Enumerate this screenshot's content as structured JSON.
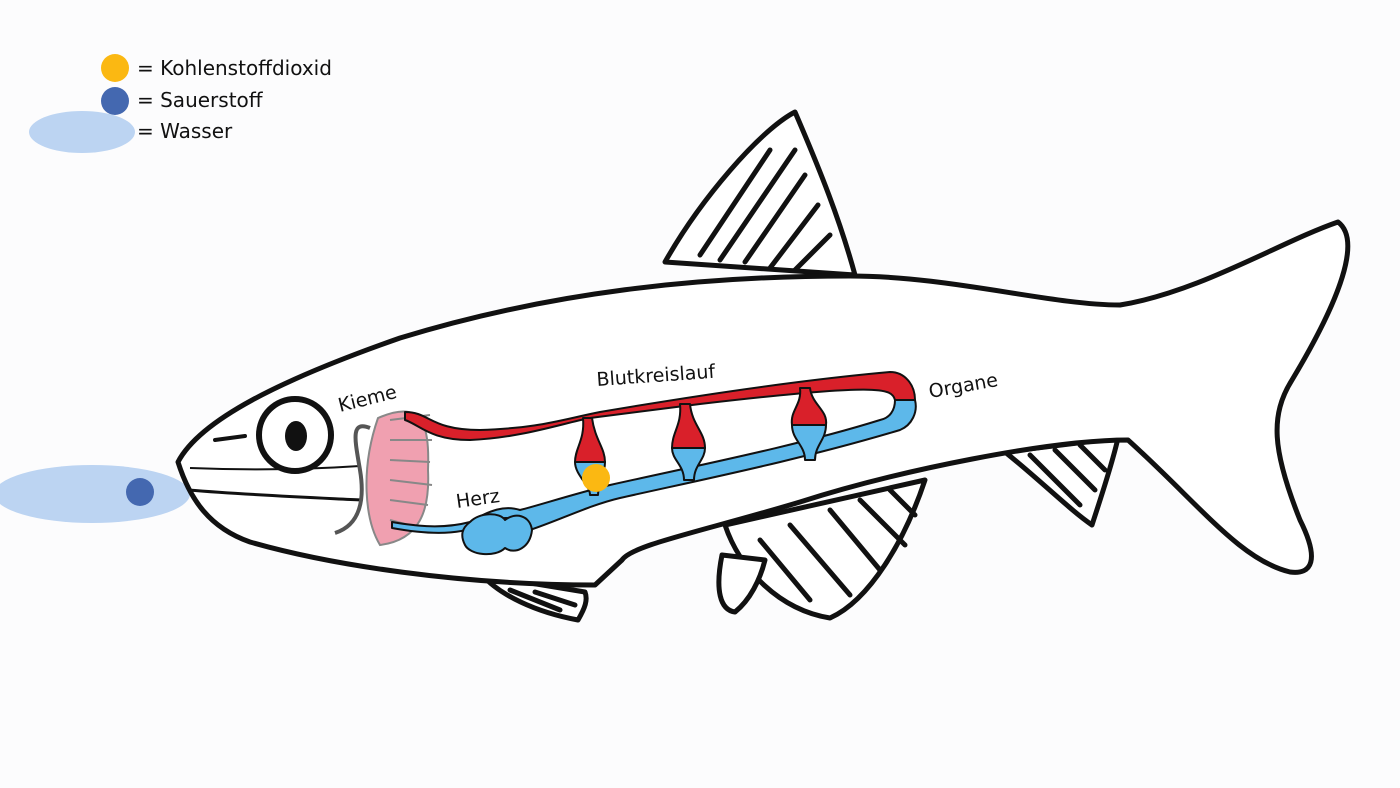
{
  "legend": {
    "items": [
      {
        "label": "= Kohlenstoffdioxid",
        "symbol": "yellow-dot"
      },
      {
        "label": "= Sauerstoff",
        "symbol": "blue-dot"
      },
      {
        "label": "= Wasser",
        "symbol": "water-blob"
      }
    ]
  },
  "labels": {
    "gill": "Kieme",
    "heart": "Herz",
    "circulation": "Blutkreislauf",
    "organs": "Organe"
  },
  "colors": {
    "co2": "#fbb812",
    "oxygen": "#4468b0",
    "water": "#bcd4f2",
    "artery": "#d9202a",
    "vein": "#5db8ea",
    "gill": "#f0a0b0"
  }
}
